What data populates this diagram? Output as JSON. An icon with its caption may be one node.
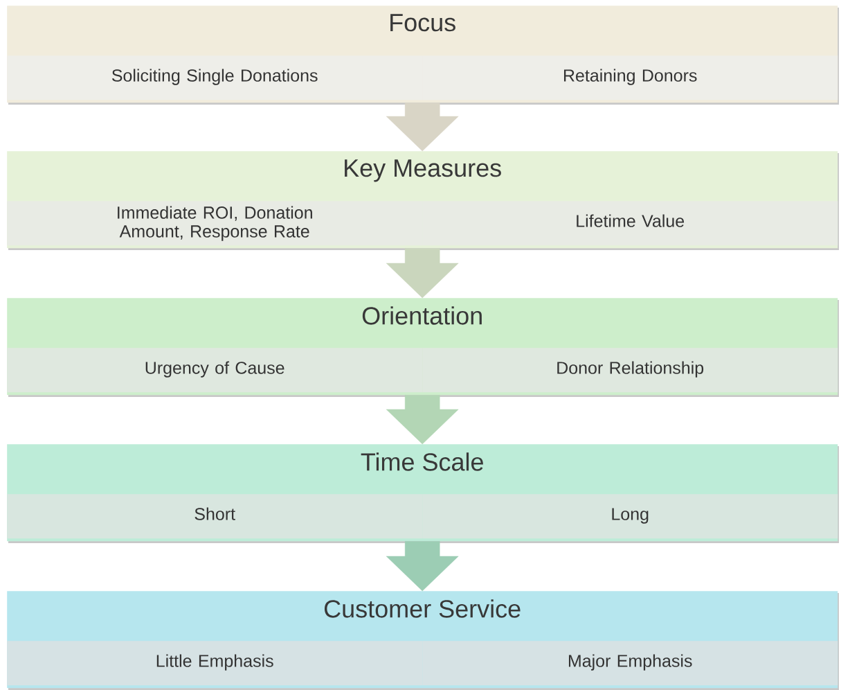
{
  "diagram": {
    "nodes": [
      {
        "text": [
          "Focus"
        ]
      },
      {
        "text": [
          "Soliciting Single Donations"
        ],
        "in": 0
      },
      {
        "text": [
          "Retaining Donors"
        ],
        "in": 0
      },
      {
        "text": [
          "Key Measures"
        ]
      },
      {
        "text": [
          "Immediate ROI, Donation Amount, Response Rate"
        ],
        "in": 3
      },
      {
        "text": [
          "Lifetime Value"
        ],
        "in": 3
      },
      {
        "text": [
          "Orientation"
        ]
      },
      {
        "text": [
          "Urgency of Cause"
        ],
        "in": 6
      },
      {
        "text": [
          "Donor Relationship"
        ],
        "in": 6
      },
      {
        "text": [
          "Time Scale"
        ]
      },
      {
        "text": [
          "Short"
        ],
        "in": 9
      },
      {
        "text": [
          "Long"
        ],
        "in": 9
      },
      {
        "text": [
          "Customer Service"
        ]
      },
      {
        "text": [
          "Little Emphasis"
        ],
        "in": 12
      },
      {
        "text": [
          "Major Emphasis"
        ],
        "in": 12
      }
    ],
    "edges": [
      {
        "from": 0,
        "to": 3,
        "arrow": "to",
        "color": "#d9d5c6"
      },
      {
        "from": 3,
        "to": 6,
        "arrow": "to",
        "color": "#cad6bd"
      },
      {
        "from": 6,
        "to": 9,
        "arrow": "to",
        "color": "#b3d6b5"
      },
      {
        "from": 9,
        "to": 12,
        "arrow": "to",
        "color": "#9ccdb4"
      }
    ]
  }
}
